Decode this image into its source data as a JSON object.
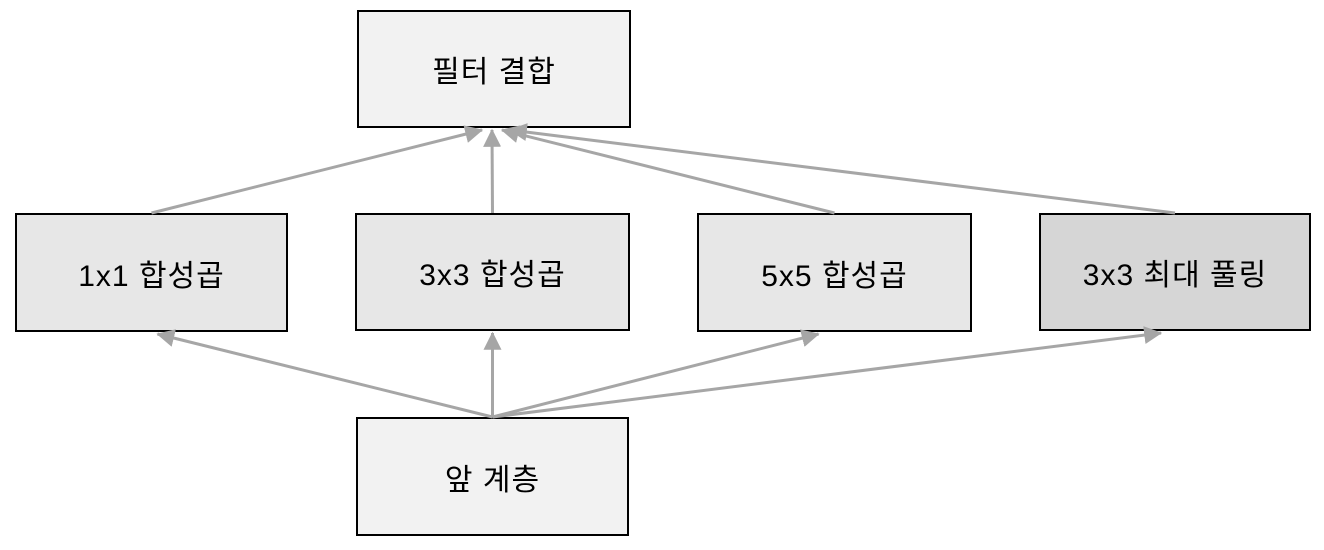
{
  "diagram": {
    "description": "Inception module block diagram (Korean labels)",
    "nodes": [
      {
        "id": "filter-concat",
        "label": "필터 결합",
        "fill": "#f2f2f2"
      },
      {
        "id": "conv1x1",
        "label": "1x1 합성곱",
        "fill": "#e7e7e7"
      },
      {
        "id": "conv3x3",
        "label": "3x3 합성곱",
        "fill": "#e7e7e7"
      },
      {
        "id": "conv5x5",
        "label": "5x5 합성곱",
        "fill": "#e7e7e7"
      },
      {
        "id": "maxpool3x3",
        "label": "3x3 최대 풀링",
        "fill": "#d6d6d6"
      },
      {
        "id": "prev-layer",
        "label": "앞 계층",
        "fill": "#f2f2f2"
      }
    ],
    "edges": [
      {
        "from": "conv1x1",
        "to": "filter-concat"
      },
      {
        "from": "conv3x3",
        "to": "filter-concat"
      },
      {
        "from": "conv5x5",
        "to": "filter-concat"
      },
      {
        "from": "maxpool3x3",
        "to": "filter-concat"
      },
      {
        "from": "prev-layer",
        "to": "conv1x1"
      },
      {
        "from": "prev-layer",
        "to": "conv3x3"
      },
      {
        "from": "prev-layer",
        "to": "conv5x5"
      },
      {
        "from": "prev-layer",
        "to": "maxpool3x3"
      }
    ],
    "colors": {
      "background": "#ffffff",
      "node_border": "#000000",
      "text": "#000000",
      "arrow": "#a6a6a6"
    }
  }
}
